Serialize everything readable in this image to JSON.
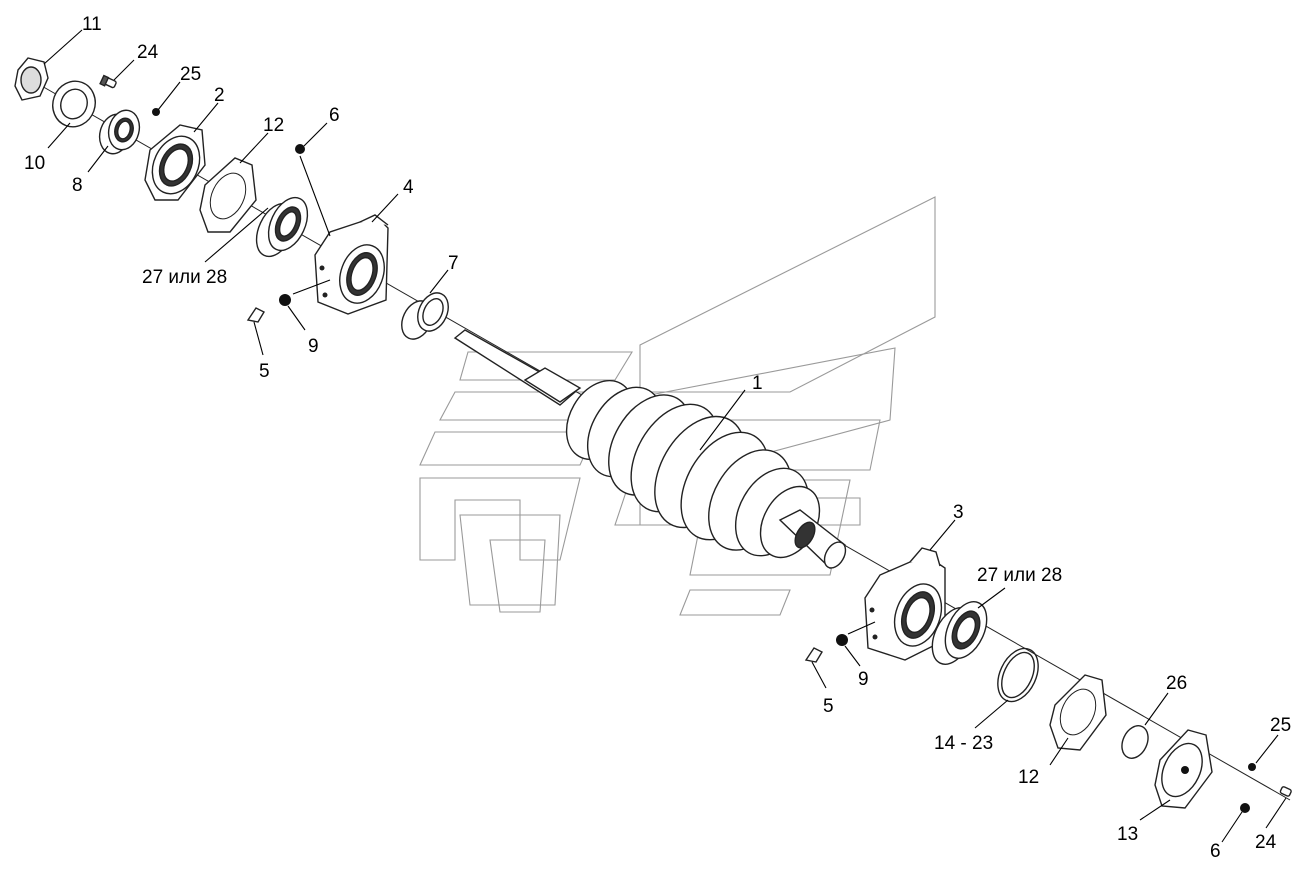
{
  "callouts": {
    "c1": "1",
    "c2": "2",
    "c3": "3",
    "c4": "4",
    "c5a": "5",
    "c5b": "5",
    "c6a": "6",
    "c6b": "6",
    "c7": "7",
    "c8": "8",
    "c9a": "9",
    "c9b": "9",
    "c10": "10",
    "c11": "11",
    "c12a": "12",
    "c12b": "12",
    "c13": "13",
    "c14_23": "14 - 23",
    "c24a": "24",
    "c24b": "24",
    "c25a": "25",
    "c25b": "25",
    "c26": "26",
    "c27_28a": "27 или 28",
    "c27_28b": "27 или 28"
  },
  "colors": {
    "line": "#000000",
    "watermark": "#9a9a9a",
    "part_fill": "#ffffff",
    "dark": "#111111"
  }
}
